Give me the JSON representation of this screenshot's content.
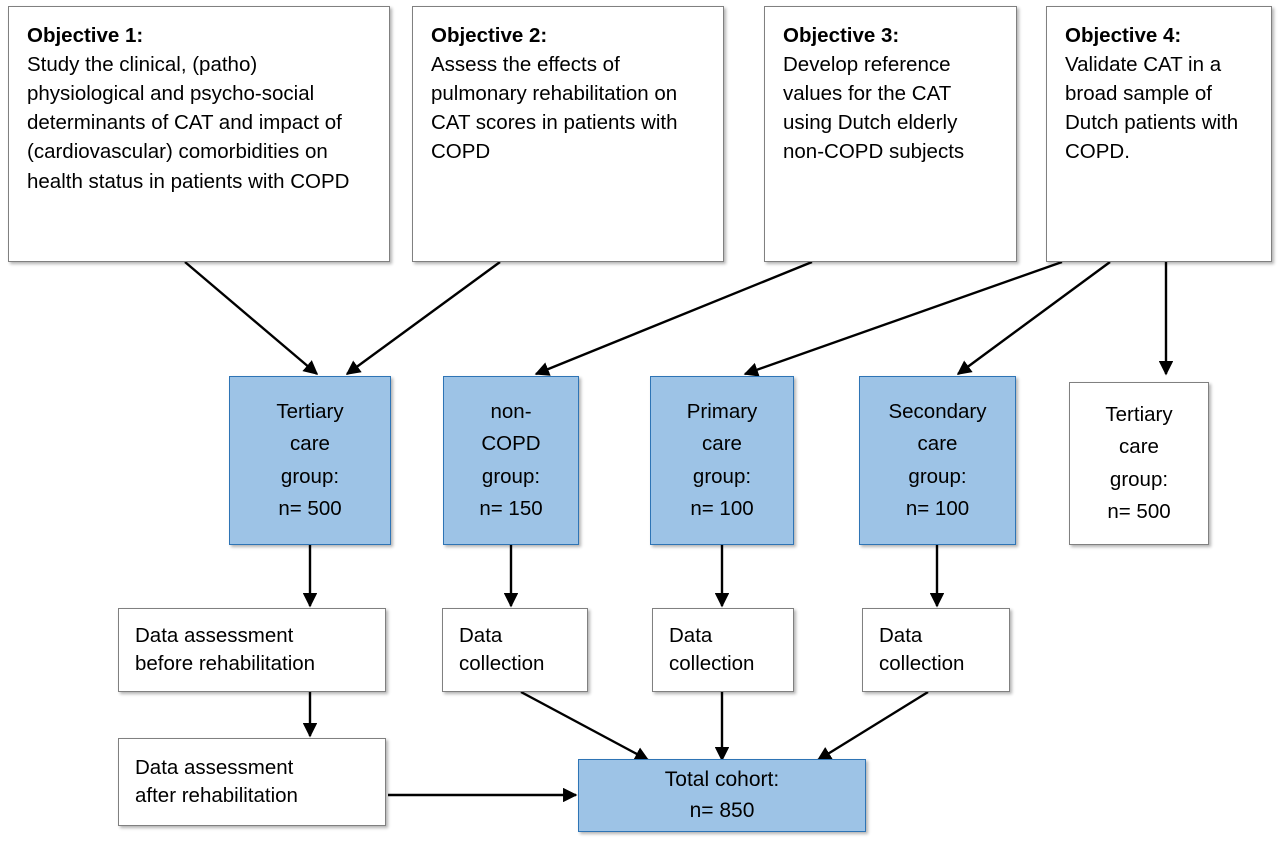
{
  "diagram": {
    "title": "COPD CAT study design flowchart",
    "colors": {
      "blue_fill": "#9DC3E6",
      "blue_border": "#2E74B5",
      "white_fill": "#FFFFFF",
      "box_border": "#808080",
      "arrow": "#000000"
    },
    "objectives": [
      {
        "id": "objective-1",
        "title": "Objective 1:",
        "body": "Study the clinical, (patho) physiological and psycho-social determinants of CAT and impact of (cardiovascular) comorbidities on health status in patients with COPD"
      },
      {
        "id": "objective-2",
        "title": "Objective 2:",
        "body": "Assess the effects of pulmonary rehabilitation on CAT scores in patients with COPD"
      },
      {
        "id": "objective-3",
        "title": "Objective 3:",
        "body": "Develop reference values for the CAT using Dutch elderly non-COPD subjects"
      },
      {
        "id": "objective-4",
        "title": "Objective 4:",
        "body": "Validate CAT in a broad sample of Dutch patients with COPD."
      }
    ],
    "groups": [
      {
        "id": "tertiary-care-group-1",
        "lines": [
          "Tertiary",
          "care",
          "group:",
          "n= 500"
        ],
        "name": "Tertiary care group",
        "n": 500,
        "fill": "blue"
      },
      {
        "id": "non-copd-group",
        "lines": [
          "non-",
          "COPD",
          "group:",
          "n= 150"
        ],
        "name": "non-COPD group",
        "n": 150,
        "fill": "blue"
      },
      {
        "id": "primary-care-group",
        "lines": [
          "Primary",
          "care",
          "group:",
          "n= 100"
        ],
        "name": "Primary care group",
        "n": 100,
        "fill": "blue"
      },
      {
        "id": "secondary-care-group",
        "lines": [
          "Secondary",
          "care",
          "group:",
          "n= 100"
        ],
        "name": "Secondary care group",
        "n": 100,
        "fill": "blue"
      },
      {
        "id": "tertiary-care-group-2",
        "lines": [
          "Tertiary",
          "care",
          "group:",
          "n= 500"
        ],
        "name": "Tertiary care group",
        "n": 500,
        "fill": "white"
      }
    ],
    "steps": [
      {
        "id": "data-assessment-before",
        "lines": [
          "Data assessment",
          "before rehabilitation"
        ]
      },
      {
        "id": "data-assessment-after",
        "lines": [
          "Data assessment",
          "after rehabilitation"
        ]
      },
      {
        "id": "data-collection-1",
        "lines": [
          "Data",
          "collection"
        ]
      },
      {
        "id": "data-collection-2",
        "lines": [
          "Data",
          "collection"
        ]
      },
      {
        "id": "data-collection-3",
        "lines": [
          "Data",
          "collection"
        ]
      }
    ],
    "total": {
      "id": "total-cohort",
      "lines": [
        "Total cohort:",
        "n= 850"
      ],
      "name": "Total cohort",
      "n": 850
    }
  }
}
